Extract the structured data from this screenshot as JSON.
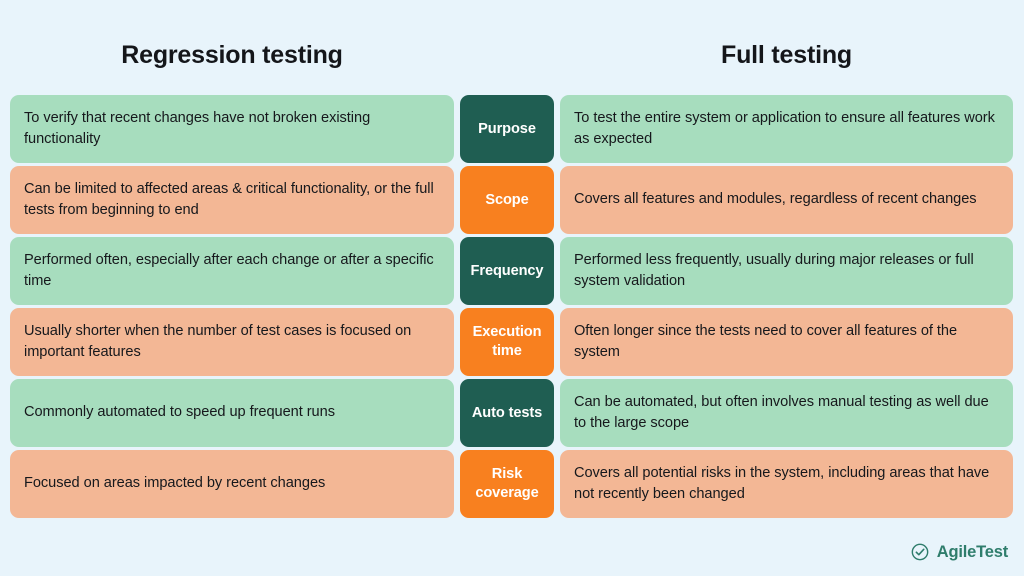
{
  "background_color": "#e8f4fb",
  "headings": {
    "left": "Regression testing",
    "middle": "",
    "right": "Full testing"
  },
  "colors": {
    "green_side": "#a7ddbe",
    "green_mid": "#1f5e52",
    "orange_side": "#f3b795",
    "orange_mid": "#f8801f",
    "heading_text": "#14161a",
    "body_text": "#16181c",
    "logo": "#2f7d6c"
  },
  "rows": [
    {
      "tone": "green",
      "criterion": "Purpose",
      "left": "To verify that recent changes have not broken existing functionality",
      "right": "To test the entire system or application to ensure all features work as expected"
    },
    {
      "tone": "orange",
      "criterion": "Scope",
      "left": "Can be limited to affected areas & critical functionality, or the full tests from beginning to end",
      "right": "Covers all features and modules, regardless of recent changes"
    },
    {
      "tone": "green",
      "criterion": "Frequency",
      "left": "Performed often, especially after each change or after a specific time",
      "right": "Performed less frequently, usually during major releases or full system validation"
    },
    {
      "tone": "orange",
      "criterion": "Execution time",
      "left": "Usually shorter when the number of test cases is focused on important features",
      "right": "Often longer since the tests need to cover all features of the system"
    },
    {
      "tone": "green",
      "criterion": "Auto tests",
      "left": "Commonly automated to speed up frequent runs",
      "right": "Can be automated, but often involves manual testing as well due to the large scope"
    },
    {
      "tone": "orange",
      "criterion": "Risk coverage",
      "left": "Focused on areas impacted by recent changes",
      "right": "Covers all potential risks in the system, including areas that have not recently been changed"
    }
  ],
  "footer": {
    "logo_primary": "Agile",
    "logo_secondary": "Test",
    "icon": "check-circle-icon"
  }
}
